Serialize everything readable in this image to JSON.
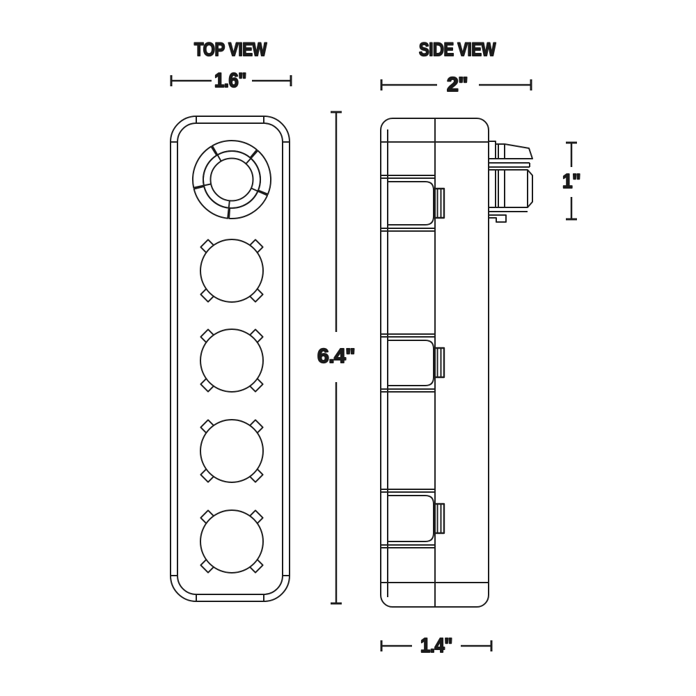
{
  "canvas": {
    "background": "#ffffff",
    "line_color": "#1b1b1b"
  },
  "top_view": {
    "label": "TOP VIEW",
    "width_dim": "1.6\"",
    "height_dim": "6.4\"",
    "dial_openings": 1,
    "outlet_openings": 4
  },
  "side_view": {
    "label": "SIDE VIEW",
    "width_dim": "2\"",
    "plug_height_dim": "1\"",
    "base_depth_dim": "1.4\"",
    "mounting_clips": 3
  }
}
